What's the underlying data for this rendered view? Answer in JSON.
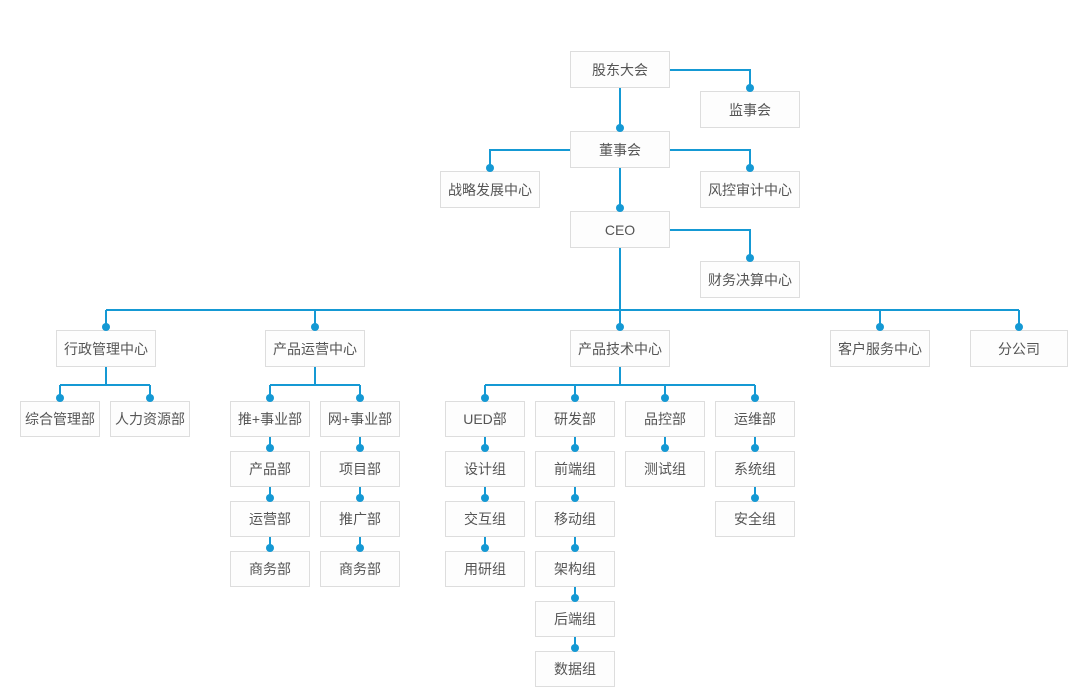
{
  "colors": {
    "connector_line": "#1599d4",
    "connector_dot": "#1599d4",
    "box_border": "#dddddd",
    "box_background": "#fdfdfd",
    "box_text": "#555555"
  },
  "nodes": {
    "shareholders": {
      "label": "股东大会"
    },
    "supervisory": {
      "label": "监事会"
    },
    "board": {
      "label": "董事会"
    },
    "strategy": {
      "label": "战略发展中心"
    },
    "risk_audit": {
      "label": "风控审计中心"
    },
    "ceo": {
      "label": "CEO"
    },
    "finance": {
      "label": "财务决算中心"
    },
    "admin_center": {
      "label": "行政管理中心"
    },
    "ops_center": {
      "label": "产品运营中心"
    },
    "tech_center": {
      "label": "产品技术中心"
    },
    "service_center": {
      "label": "客户服务中心"
    },
    "branch": {
      "label": "分公司"
    },
    "general_admin": {
      "label": "综合管理部"
    },
    "hr": {
      "label": "人力资源部"
    },
    "tui_division": {
      "label": "推+事业部"
    },
    "wang_division": {
      "label": "网+事业部"
    },
    "ued": {
      "label": "UED部"
    },
    "rnd": {
      "label": "研发部"
    },
    "qc": {
      "label": "品控部"
    },
    "ops_dept": {
      "label": "运维部"
    },
    "product": {
      "label": "产品部"
    },
    "project": {
      "label": "项目部"
    },
    "operation": {
      "label": "运营部"
    },
    "promotion": {
      "label": "推广部"
    },
    "business_tui": {
      "label": "商务部"
    },
    "business_wang": {
      "label": "商务部"
    },
    "design": {
      "label": "设计组"
    },
    "frontend": {
      "label": "前端组"
    },
    "test": {
      "label": "测试组"
    },
    "system": {
      "label": "系统组"
    },
    "interaction": {
      "label": "交互组"
    },
    "mobile": {
      "label": "移动组"
    },
    "security": {
      "label": "安全组"
    },
    "user_research": {
      "label": "用研组"
    },
    "architecture": {
      "label": "架构组"
    },
    "backend": {
      "label": "后端组"
    },
    "data_group": {
      "label": "数据组"
    }
  }
}
